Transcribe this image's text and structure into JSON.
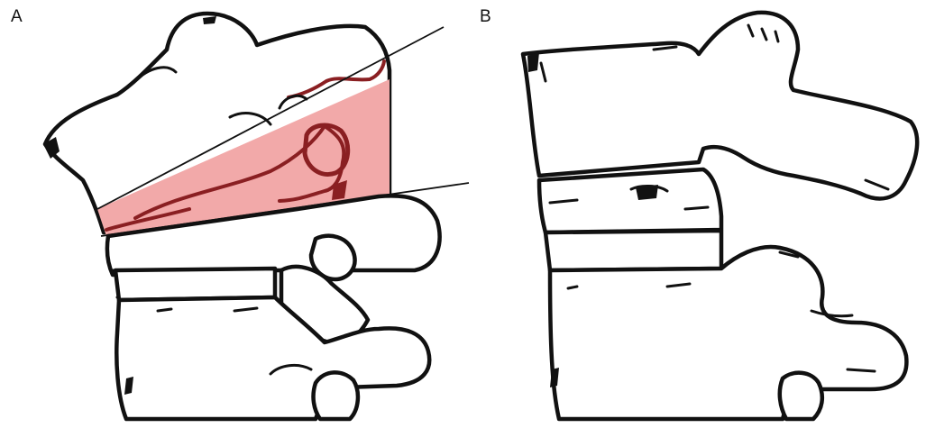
{
  "panels": [
    {
      "label": "A",
      "description_key": "panel-a"
    },
    {
      "label": "B",
      "description_key": "panel-b"
    }
  ],
  "colors": {
    "outline": "#111111",
    "highlight_fill": "#f2a9a9",
    "highlight_dark": "#8a1f22",
    "background": "#ffffff"
  }
}
